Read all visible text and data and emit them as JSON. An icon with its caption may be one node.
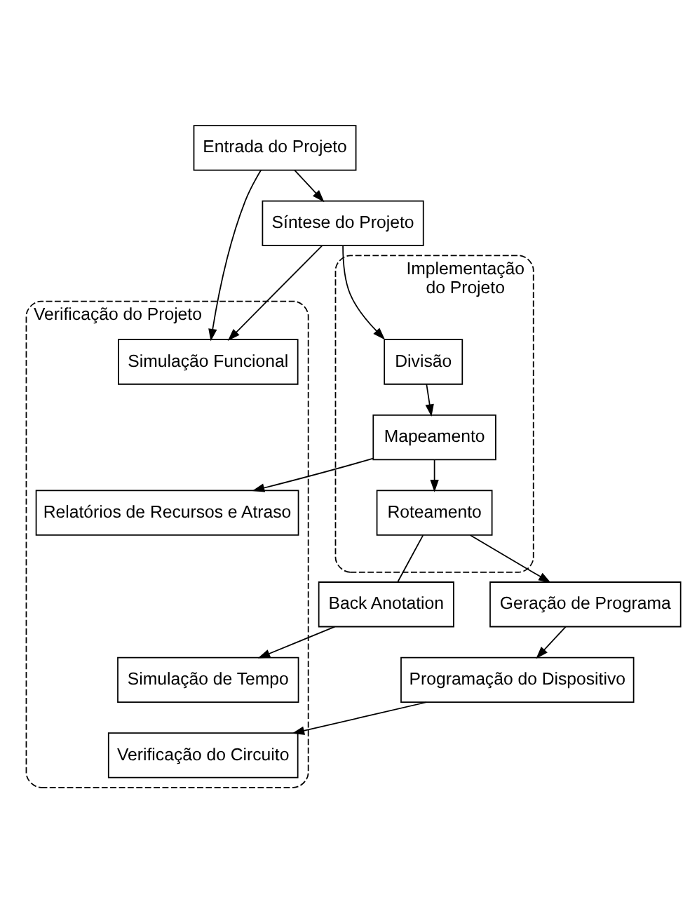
{
  "diagram": {
    "nodes": [
      {
        "text": [
          "Verificação do Projeto"
        ]
      },
      {
        "text": [
          "Entrada do Projeto"
        ]
      },
      {
        "text": [
          "Simulação Funcional"
        ],
        "in": 0
      },
      {
        "text": [
          "Síntese do Projeto"
        ]
      },
      {
        "text": [
          "Implementação do Projeto"
        ]
      },
      {
        "text": [
          "Divisão"
        ],
        "in": 4
      },
      {
        "text": [
          "Mapeamento"
        ],
        "in": 4
      },
      {
        "text": [
          "Roteamento"
        ],
        "in": 4
      },
      {
        "text": [
          "Relatórios de Recursos e Atraso"
        ],
        "in": 0
      },
      {
        "text": [
          "Back Anotation"
        ]
      },
      {
        "text": [
          "Simulação de Tempo"
        ],
        "in": 0
      },
      {
        "text": [
          "Geração de Programa"
        ]
      },
      {
        "text": [
          "Verificação do Circuito"
        ],
        "in": 0
      },
      {
        "text": [
          "Programação do Dispositivo"
        ]
      }
    ],
    "edges": [
      {
        "from": 1,
        "to": 2,
        "arrow": "to"
      },
      {
        "from": 1,
        "to": 3,
        "arrow": "to"
      },
      {
        "from": 3,
        "to": 2,
        "arrow": "to"
      },
      {
        "from": 3,
        "to": 5,
        "arrow": "to"
      },
      {
        "from": 5,
        "to": 6,
        "arrow": "to"
      },
      {
        "from": 6,
        "to": 7,
        "arrow": "to"
      },
      {
        "from": 6,
        "to": 8,
        "arrow": "to"
      },
      {
        "from": 7,
        "to": 11,
        "arrow": "to"
      },
      {
        "from": 7,
        "to": 9,
        "arrow": "none"
      },
      {
        "from": 9,
        "to": 10,
        "arrow": "to"
      },
      {
        "from": 11,
        "to": 13,
        "arrow": "to"
      },
      {
        "from": 13,
        "to": 12,
        "arrow": "to"
      }
    ]
  }
}
